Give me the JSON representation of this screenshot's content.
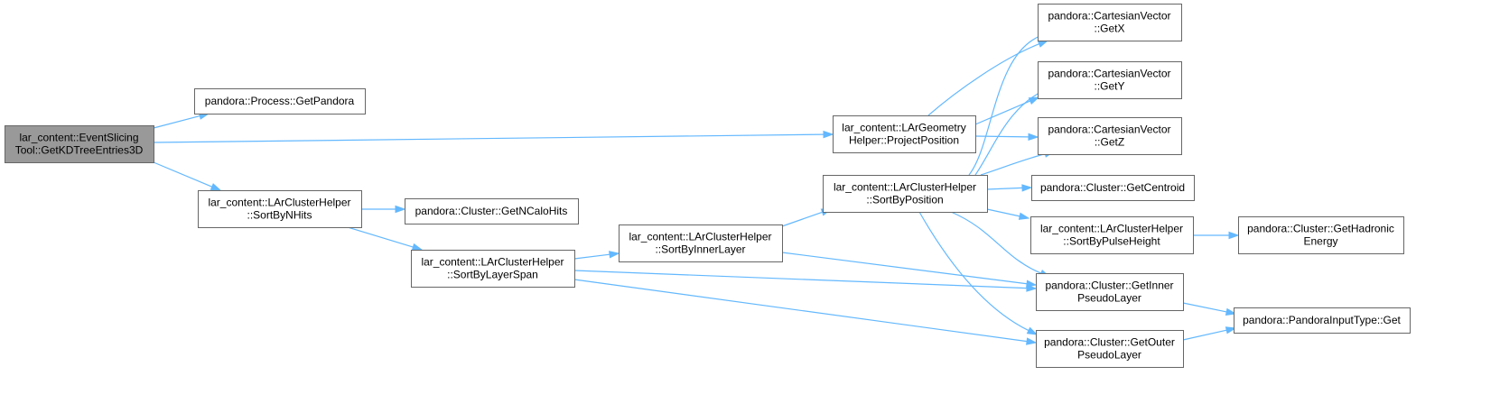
{
  "colors": {
    "root_fill": "#999999",
    "node_fill": "#ffffff",
    "node_stroke": "#666666",
    "edge": "#63b8ff"
  },
  "nodes": [
    {
      "id": "root",
      "lines": [
        "lar_content::EventSlicing",
        "Tool::GetKDTreeEntries3D"
      ],
      "root": true
    },
    {
      "id": "getPandora",
      "lines": [
        "pandora::Process::GetPandora"
      ]
    },
    {
      "id": "sortByNHits",
      "lines": [
        "lar_content::LArClusterHelper",
        "::SortByNHits"
      ]
    },
    {
      "id": "getNCaloHits",
      "lines": [
        "pandora::Cluster::GetNCaloHits"
      ]
    },
    {
      "id": "sortByLayerSpan",
      "lines": [
        "lar_content::LArClusterHelper",
        "::SortByLayerSpan"
      ]
    },
    {
      "id": "sortByInnerLayer",
      "lines": [
        "lar_content::LArClusterHelper",
        "::SortByInnerLayer"
      ]
    },
    {
      "id": "projectPosition",
      "lines": [
        "lar_content::LArGeometry",
        "Helper::ProjectPosition"
      ]
    },
    {
      "id": "sortByPosition",
      "lines": [
        "lar_content::LArClusterHelper",
        "::SortByPosition"
      ]
    },
    {
      "id": "getX",
      "lines": [
        "pandora::CartesianVector",
        "::GetX"
      ]
    },
    {
      "id": "getY",
      "lines": [
        "pandora::CartesianVector",
        "::GetY"
      ]
    },
    {
      "id": "getZ",
      "lines": [
        "pandora::CartesianVector",
        "::GetZ"
      ]
    },
    {
      "id": "getCentroid",
      "lines": [
        "pandora::Cluster::GetCentroid"
      ]
    },
    {
      "id": "sortByPulseHeight",
      "lines": [
        "lar_content::LArClusterHelper",
        "::SortByPulseHeight"
      ]
    },
    {
      "id": "getInner",
      "lines": [
        "pandora::Cluster::GetInner",
        "PseudoLayer"
      ]
    },
    {
      "id": "getOuter",
      "lines": [
        "pandora::Cluster::GetOuter",
        "PseudoLayer"
      ]
    },
    {
      "id": "getHadronic",
      "lines": [
        "pandora::Cluster::GetHadronic",
        "Energy"
      ]
    },
    {
      "id": "pandoraInputGet",
      "lines": [
        "pandora::PandoraInputType::Get"
      ]
    }
  ],
  "edges": [
    {
      "from": "root",
      "to": "getPandora"
    },
    {
      "from": "root",
      "to": "projectPosition"
    },
    {
      "from": "root",
      "to": "sortByNHits"
    },
    {
      "from": "sortByNHits",
      "to": "getNCaloHits"
    },
    {
      "from": "sortByNHits",
      "to": "sortByLayerSpan"
    },
    {
      "from": "sortByLayerSpan",
      "to": "sortByInnerLayer"
    },
    {
      "from": "sortByLayerSpan",
      "to": "getInner"
    },
    {
      "from": "sortByLayerSpan",
      "to": "getOuter"
    },
    {
      "from": "sortByInnerLayer",
      "to": "sortByPosition"
    },
    {
      "from": "sortByInnerLayer",
      "to": "getInner"
    },
    {
      "from": "projectPosition",
      "to": "getX"
    },
    {
      "from": "projectPosition",
      "to": "getY"
    },
    {
      "from": "projectPosition",
      "to": "getZ"
    },
    {
      "from": "sortByPosition",
      "to": "getX"
    },
    {
      "from": "sortByPosition",
      "to": "getY"
    },
    {
      "from": "sortByPosition",
      "to": "getZ"
    },
    {
      "from": "sortByPosition",
      "to": "getCentroid"
    },
    {
      "from": "sortByPosition",
      "to": "sortByPulseHeight"
    },
    {
      "from": "sortByPosition",
      "to": "getInner"
    },
    {
      "from": "sortByPosition",
      "to": "getOuter"
    },
    {
      "from": "sortByPulseHeight",
      "to": "getHadronic"
    },
    {
      "from": "getInner",
      "to": "pandoraInputGet"
    },
    {
      "from": "getOuter",
      "to": "pandoraInputGet"
    }
  ]
}
